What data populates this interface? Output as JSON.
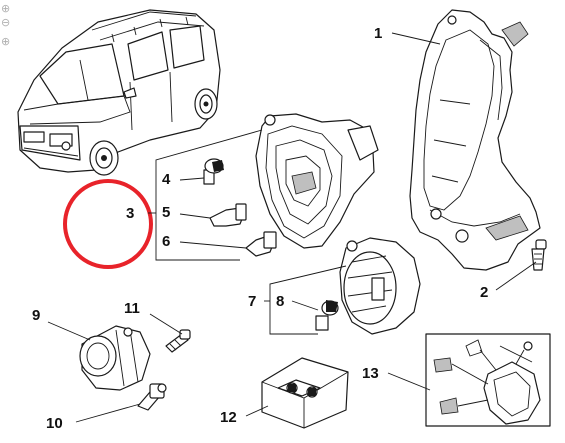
{
  "diagram": {
    "labels": {
      "p1": "1",
      "p2": "2",
      "p3": "3",
      "p4": "4",
      "p5": "5",
      "p6": "6",
      "p7": "7",
      "p8": "8",
      "p9": "9",
      "p10": "10",
      "p11": "11",
      "p12": "12",
      "p13": "13"
    },
    "highlight_color": "#e8232a",
    "zoom_in_glyph": "⊕",
    "zoom_out_glyph": "⊖"
  }
}
